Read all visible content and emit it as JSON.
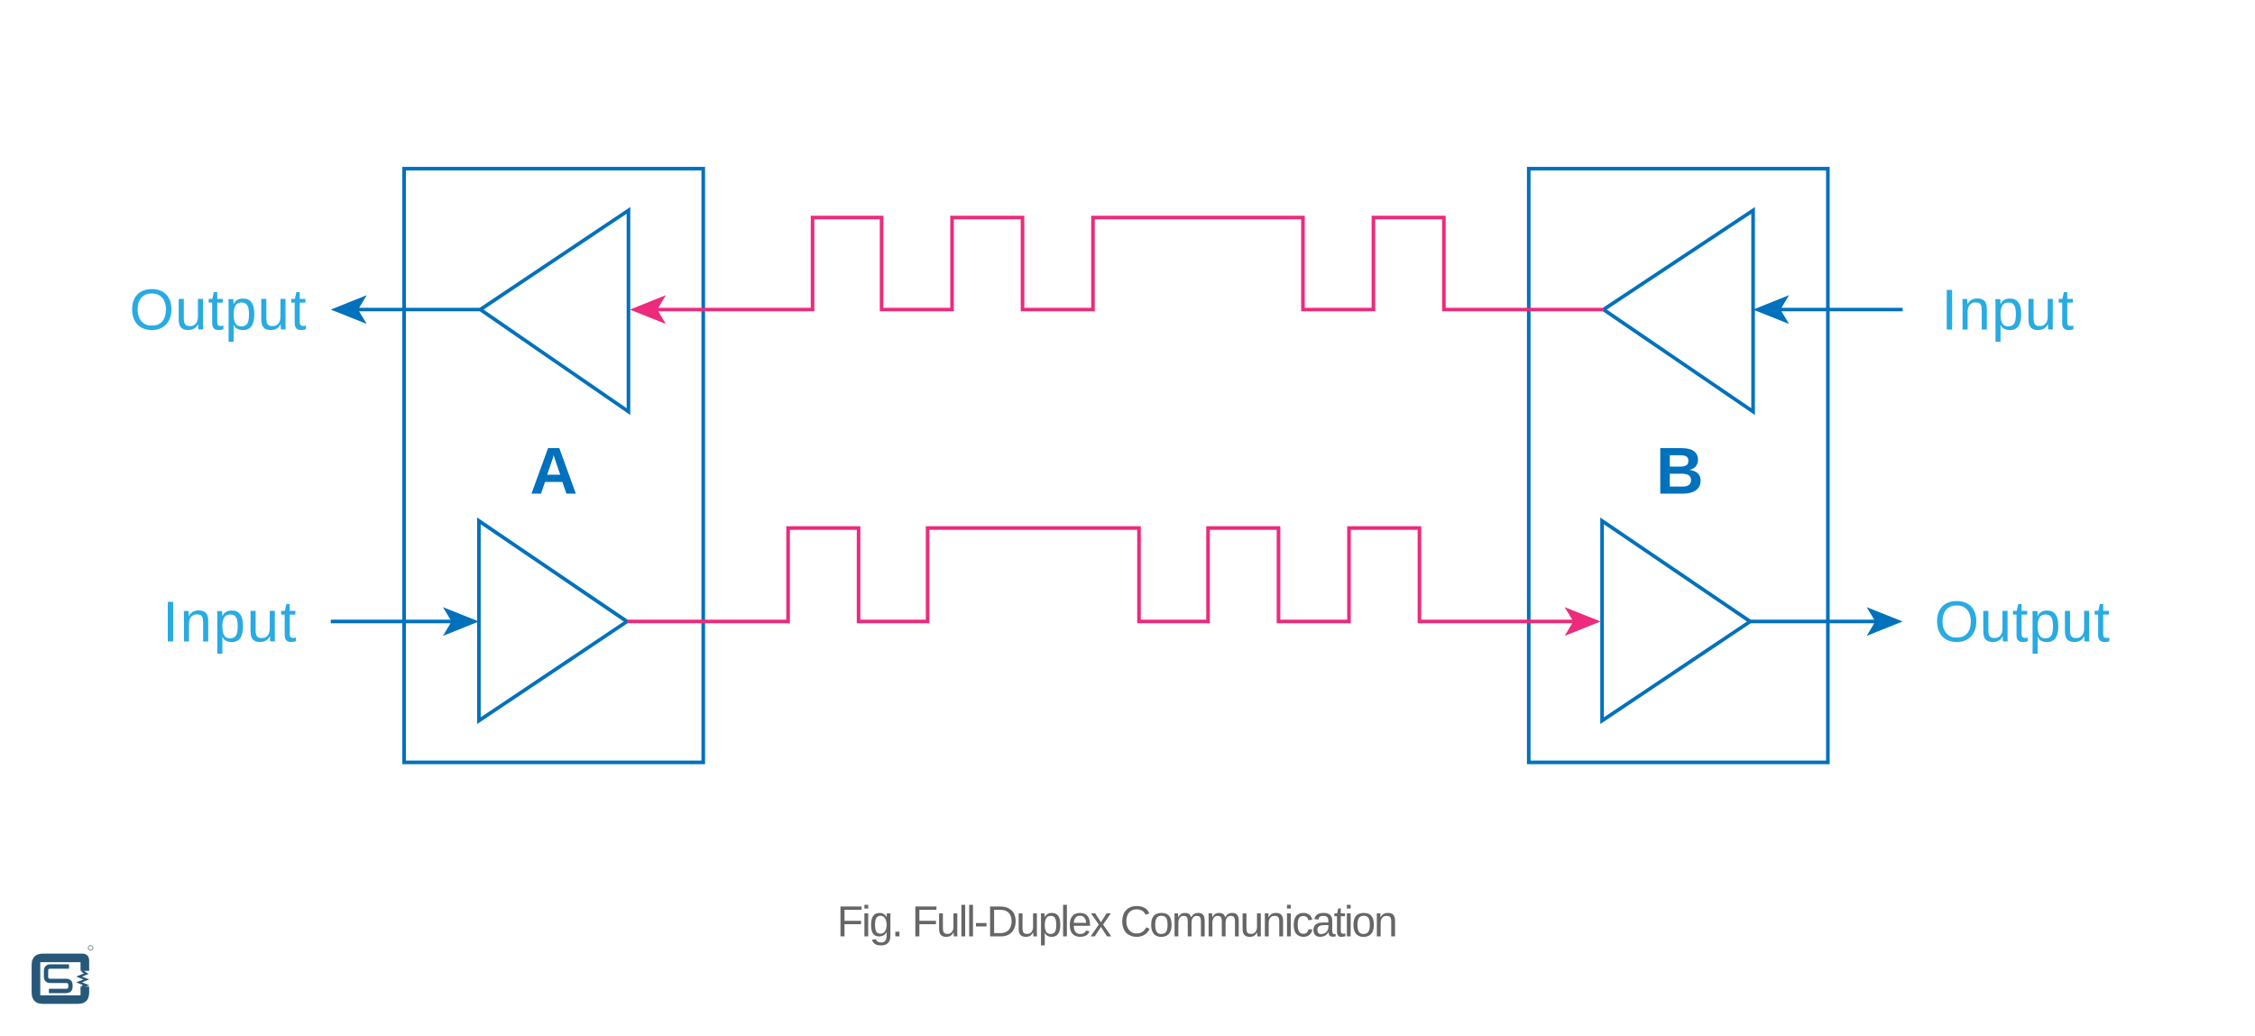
{
  "colors": {
    "blue": "#0071bc",
    "label": "#29abe2",
    "signal": "#ed2a7b",
    "caption": "#666666",
    "logo": "#27587a"
  },
  "device_a": {
    "name": "A",
    "output_label": "Output",
    "input_label": "Input"
  },
  "device_b": {
    "name": "B",
    "output_label": "Output",
    "input_label": "Input"
  },
  "caption": "Fig. Full-Duplex Communication",
  "logo": {
    "icon": "circuit-s-logo"
  }
}
